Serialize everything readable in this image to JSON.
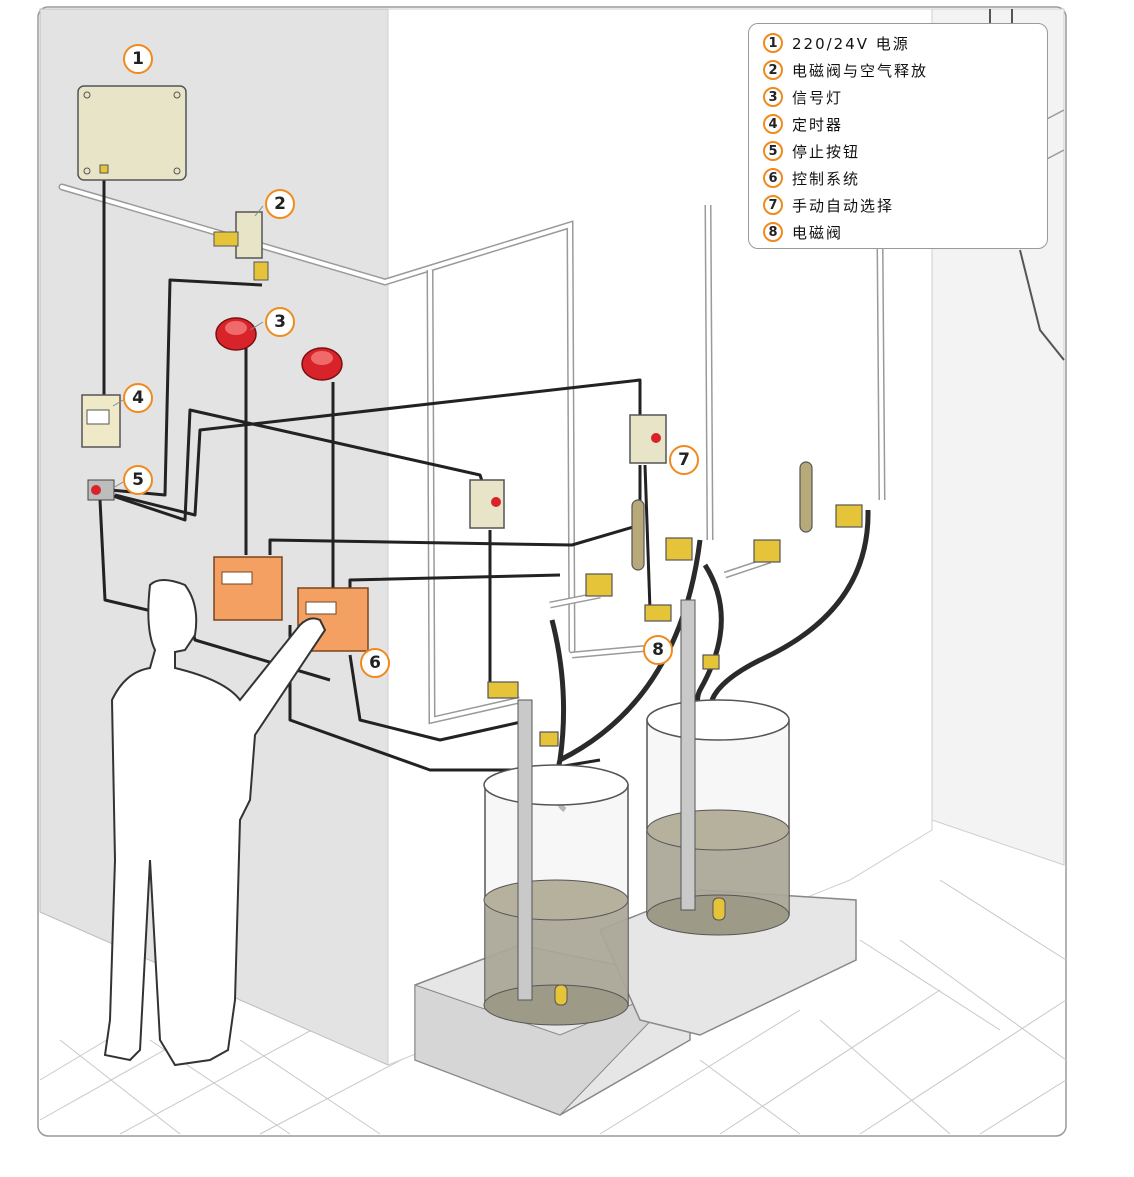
{
  "legend": {
    "items": [
      {
        "num": "1",
        "label": "220/24V 电源"
      },
      {
        "num": "2",
        "label": "电磁阀与空气释放"
      },
      {
        "num": "3",
        "label": "信号灯"
      },
      {
        "num": "4",
        "label": "定时器"
      },
      {
        "num": "5",
        "label": "停止按钮"
      },
      {
        "num": "6",
        "label": "控制系统"
      },
      {
        "num": "7",
        "label": "手动自动选择"
      },
      {
        "num": "8",
        "label": "电磁阀"
      }
    ]
  },
  "callouts": {
    "c1": "1",
    "c2": "2",
    "c3": "3",
    "c4": "4",
    "c5": "5",
    "c6": "6",
    "c7": "7",
    "c8": "8"
  },
  "colors": {
    "accent": "#f08a1c",
    "wall_left": "#e1e1e1",
    "orange_box": "#f4a062",
    "liquid": "#9e9a88",
    "valve_yellow": "#e6c43a",
    "lamp_red": "#d8232a"
  }
}
